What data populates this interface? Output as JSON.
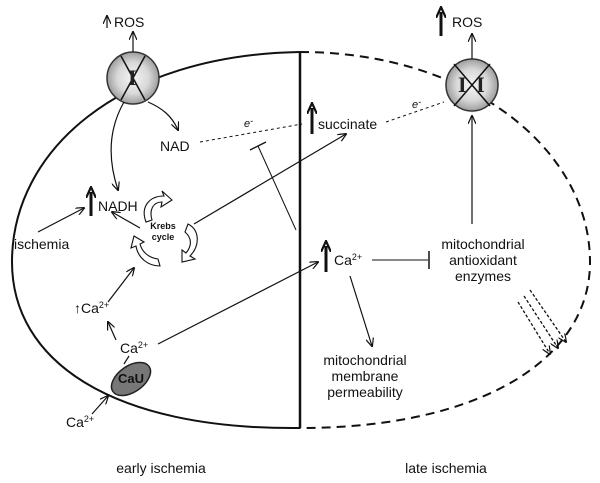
{
  "labels": {
    "ros_left": "ROS",
    "ros_right": "ROS",
    "nad": "NAD",
    "electron_left": "e",
    "electron_right": "e",
    "succinate": "succinate",
    "nadh": "NADH",
    "ischemia": "ischemia",
    "krebs_line1": "Krebs",
    "krebs_line2": "cycle",
    "ca_up": "Ca",
    "ca_mid": "Ca",
    "ca_right": "Ca",
    "ca_bottom": "Ca",
    "ca_charge": "2+",
    "cau": "CaU",
    "antioxidant_1": "mitochondrial",
    "antioxidant_2": "antioxidant",
    "antioxidant_3": "enzymes",
    "permeability_1": "mitochondrial",
    "permeability_2": "membrane",
    "permeability_3": "permeability",
    "early": "early ischemia",
    "late": "late ischemia",
    "complex_left": "I",
    "complex_right": "I"
  },
  "icons": {
    "complex_left": "complex-I-blocked-icon",
    "complex_right": "complex-I-blocked-icon",
    "krebs": "cycle-arrows-icon",
    "uniporter": "calcium-uniporter-icon"
  },
  "colors": {
    "stroke": "#111111",
    "complex_fill_light": "#f2f2f2",
    "complex_fill_dark": "#a8a8a8",
    "cau_fill": "#777777"
  }
}
